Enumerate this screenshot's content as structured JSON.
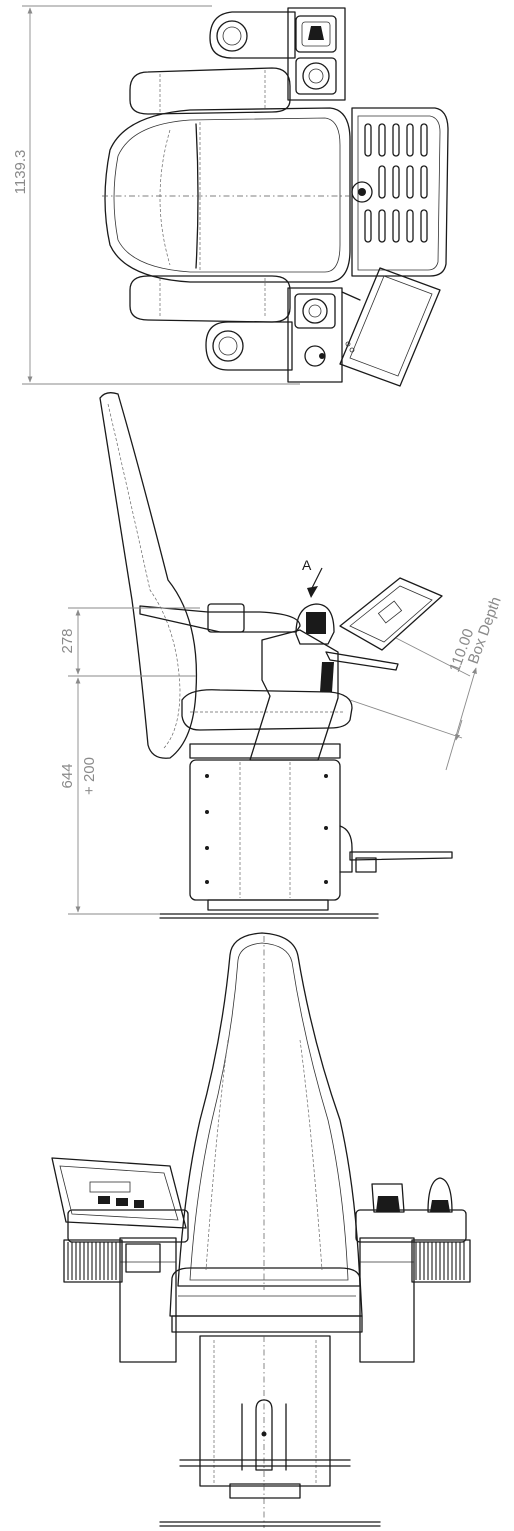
{
  "dimensions": {
    "overall_length": "1139.3",
    "armrest_height": "278",
    "seat_height": "644",
    "seat_height_adjust": "+ 200",
    "box_depth_value": "110.00",
    "box_depth_label": "Box Depth",
    "view_marker": "A"
  },
  "colors": {
    "line": "#1a1a1a",
    "dimension": "#8a8a8a",
    "background": "#ffffff"
  }
}
